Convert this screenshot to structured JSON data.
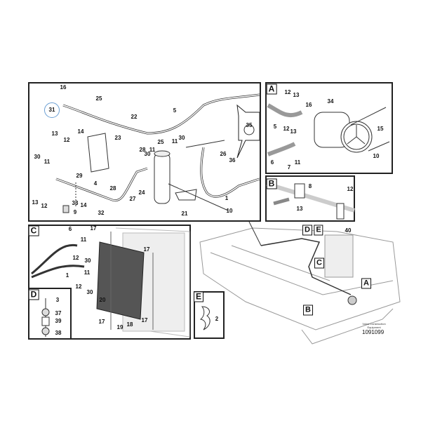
{
  "main": {
    "labels": [
      "16",
      "31",
      "25",
      "22",
      "5",
      "13",
      "12",
      "14",
      "23",
      "25",
      "35",
      "28",
      "11",
      "30",
      "26",
      "30",
      "11",
      "30",
      "11",
      "36",
      "29",
      "4",
      "28",
      "27",
      "24",
      "1",
      "13",
      "12",
      "33",
      "14",
      "9",
      "32",
      "21",
      "10"
    ],
    "highlighted": "31",
    "highlight_color": "#6a9fd4"
  },
  "panel_a": {
    "tag": "A",
    "labels": [
      "12",
      "13",
      "16",
      "34",
      "5",
      "12",
      "13",
      "15",
      "6",
      "7",
      "11",
      "10"
    ]
  },
  "panel_b": {
    "tag": "B",
    "labels": [
      "8",
      "12",
      "13"
    ]
  },
  "panel_c": {
    "tag": "C",
    "labels": [
      "6",
      "17",
      "11",
      "12",
      "30",
      "17",
      "11",
      "1",
      "12",
      "30",
      "20",
      "17",
      "19",
      "18",
      "17"
    ]
  },
  "panel_d": {
    "tag": "D",
    "labels": [
      "3",
      "37",
      "39",
      "38"
    ]
  },
  "panel_e": {
    "tag": "E",
    "labels": [
      "2"
    ]
  },
  "overview": {
    "tags": [
      "D",
      "E",
      "C",
      "A",
      "B"
    ],
    "labels": [
      "40"
    ],
    "credit": "Volvo Construction Equipment",
    "doc_number": "1091099"
  }
}
